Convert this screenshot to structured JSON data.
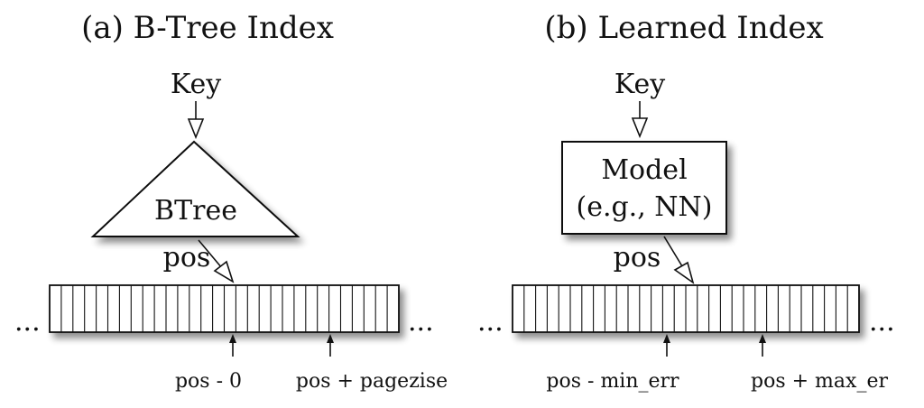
{
  "panel_a": {
    "title": "(a) B-Tree Index",
    "key_label": "Key",
    "structure_label": "BTree",
    "pos_label": "pos",
    "ellipsis_left": "...",
    "ellipsis_right": "...",
    "marker_left": "pos - 0",
    "marker_right": "pos + pagezise",
    "cell_count": 30
  },
  "panel_b": {
    "title": "(b) Learned Index",
    "key_label": "Key",
    "model_line1": "Model",
    "model_line2": "(e.g., NN)",
    "pos_label": "pos",
    "ellipsis_left": "...",
    "ellipsis_right": "...",
    "marker_left": "pos - min_err",
    "marker_right": "pos + max_er",
    "cell_count": 30
  }
}
